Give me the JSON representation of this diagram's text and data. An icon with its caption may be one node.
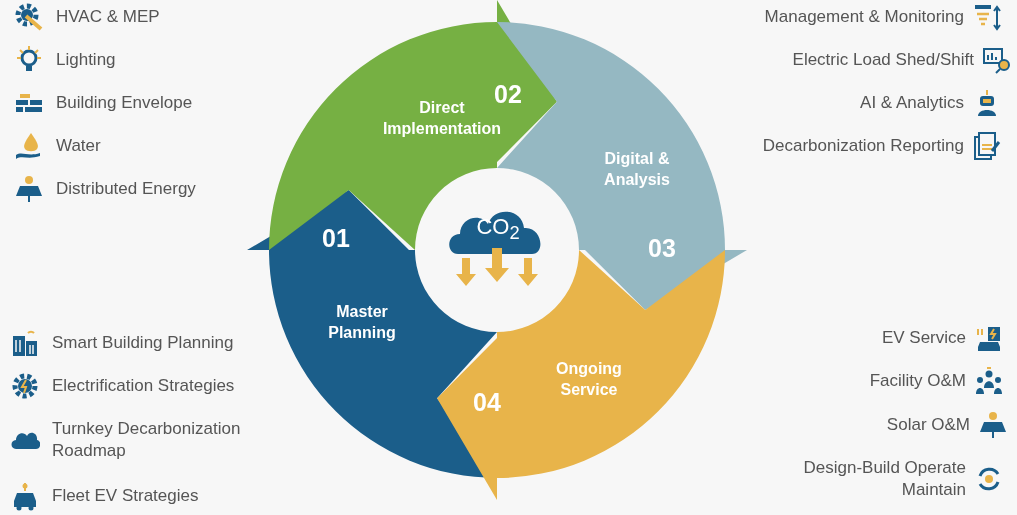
{
  "diagram": {
    "nodes": [
      {
        "text": [
          "CO$_{2}$"
        ]
      },
      {
        "text": [
          "01",
          "Master Planning"
        ]
      },
      {
        "text": [
          "02",
          "Direct Implementation"
        ]
      },
      {
        "text": [
          "Digital & Analysis",
          "03"
        ]
      },
      {
        "text": [
          "04",
          "Ongoing Service"
        ]
      }
    ],
    "labels": [
      "HVAC & MEP",
      "Lighting",
      "Building Envelope",
      "Water",
      "Distributed Energy",
      "Management & Monitoring",
      "Electric Load Shed/Shift",
      "AI & Analytics",
      "Decarbonization Reporting",
      "Smart Building Planning",
      "Electrification Strategies",
      "Turnkey Decarbonization Roadmap",
      "Fleet EV Strategies",
      "EV Service",
      "Facility O&M",
      "Solar O&M",
      "Design-Build Operate Maintain"
    ]
  }
}
